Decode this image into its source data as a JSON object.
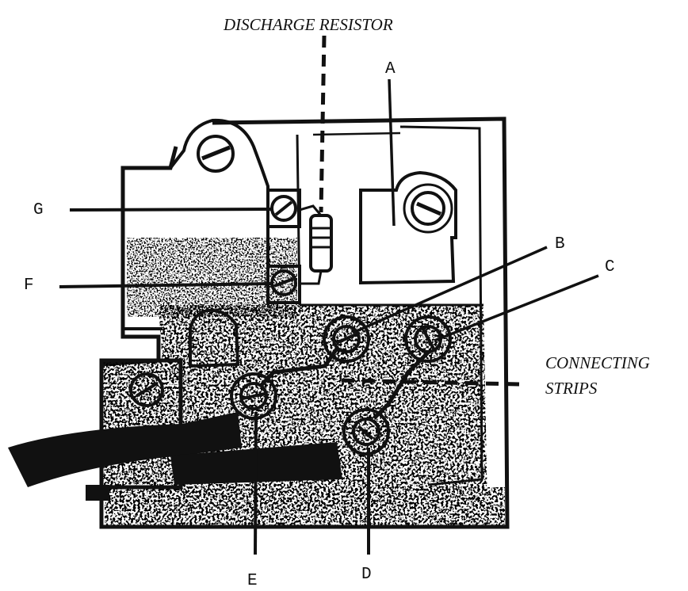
{
  "labels": {
    "discharge_resistor": "DISCHARGE RESISTOR",
    "connecting_line1": "CONNECTING",
    "connecting_line2": "STRIPS",
    "A": "A",
    "B": "B",
    "C": "C",
    "D": "D",
    "E": "E",
    "F": "F",
    "G": "G"
  },
  "colors": {
    "ink": "#111111",
    "paper": "#ffffff"
  }
}
